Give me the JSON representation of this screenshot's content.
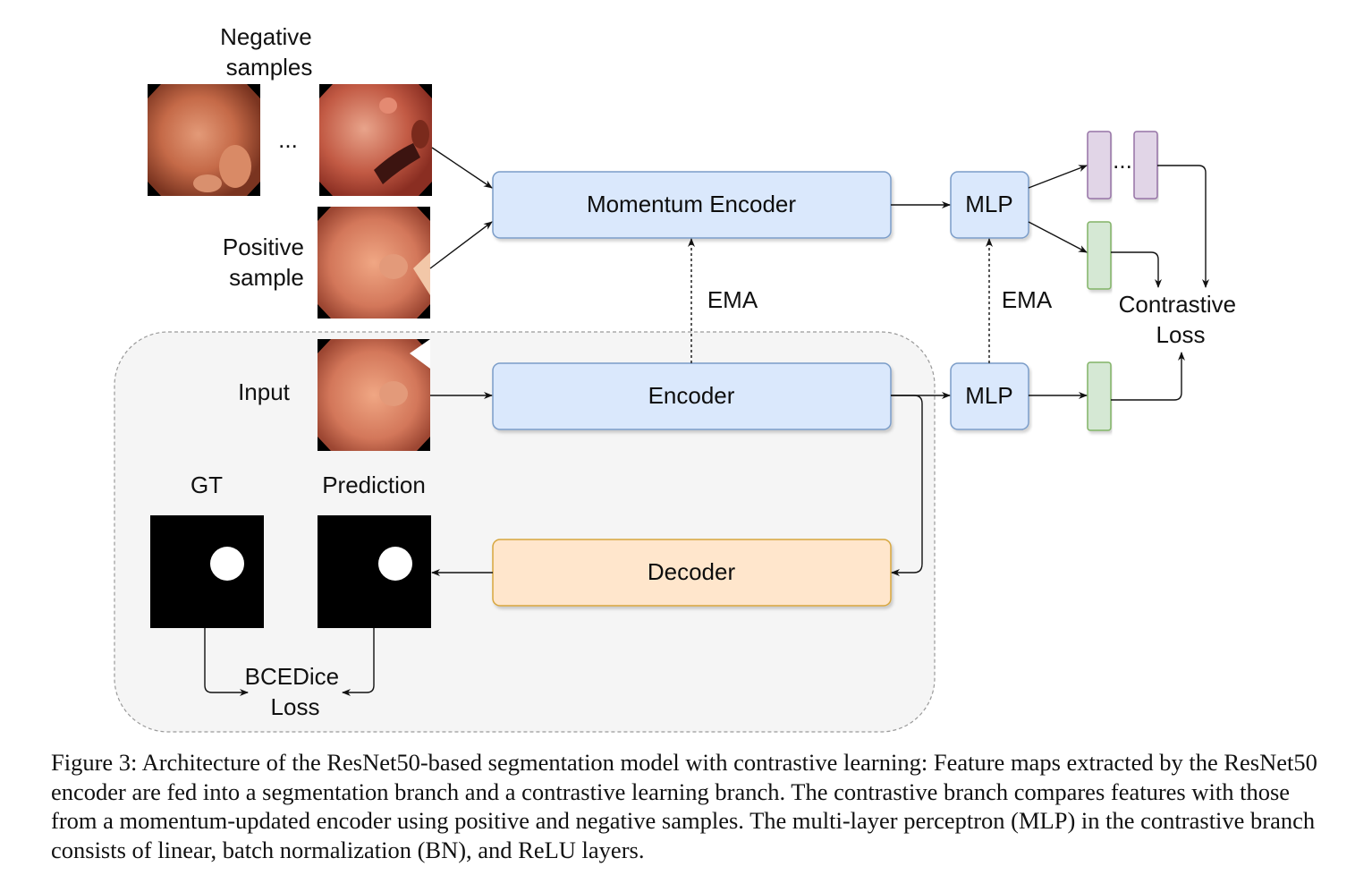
{
  "labels": {
    "negative_samples": [
      "Negative",
      "samples"
    ],
    "ellipsis": "...",
    "positive_sample": [
      "Positive",
      "sample"
    ],
    "input": "Input",
    "gt": "GT",
    "prediction": "Prediction",
    "bcedice_loss": [
      "BCEDice",
      "Loss"
    ],
    "ema_left": "EMA",
    "ema_right": "EMA",
    "contrastive_loss": [
      "Contrastive",
      "Loss"
    ],
    "vector_ellipsis": "..."
  },
  "blocks": {
    "momentum_encoder": "Momentum Encoder",
    "encoder": "Encoder",
    "decoder": "Decoder",
    "mlp_top": "MLP",
    "mlp_bottom": "MLP"
  },
  "colors": {
    "blue_fill": "#dae8fc",
    "blue_stroke": "#7a9cc8",
    "orange_fill": "#ffe6cc",
    "orange_stroke": "#d7a63e",
    "purple_fill": "#e1d5e7",
    "purple_stroke": "#9673a6",
    "green_fill": "#d5e8d4",
    "green_stroke": "#82b366",
    "region_fill": "#f5f5f5",
    "tissue": "#c56a48"
  },
  "caption": "Figure 3: Architecture of the ResNet50-based segmentation model with contrastive learning: Feature maps extracted by the ResNet50 encoder are fed into a segmentation branch and a contrastive learning branch. The contrastive branch compares features with those from a momentum-updated encoder using positive and negative samples. The multi-layer perceptron (MLP) in the contrastive branch consists of linear, batch normalization (BN), and ReLU layers."
}
